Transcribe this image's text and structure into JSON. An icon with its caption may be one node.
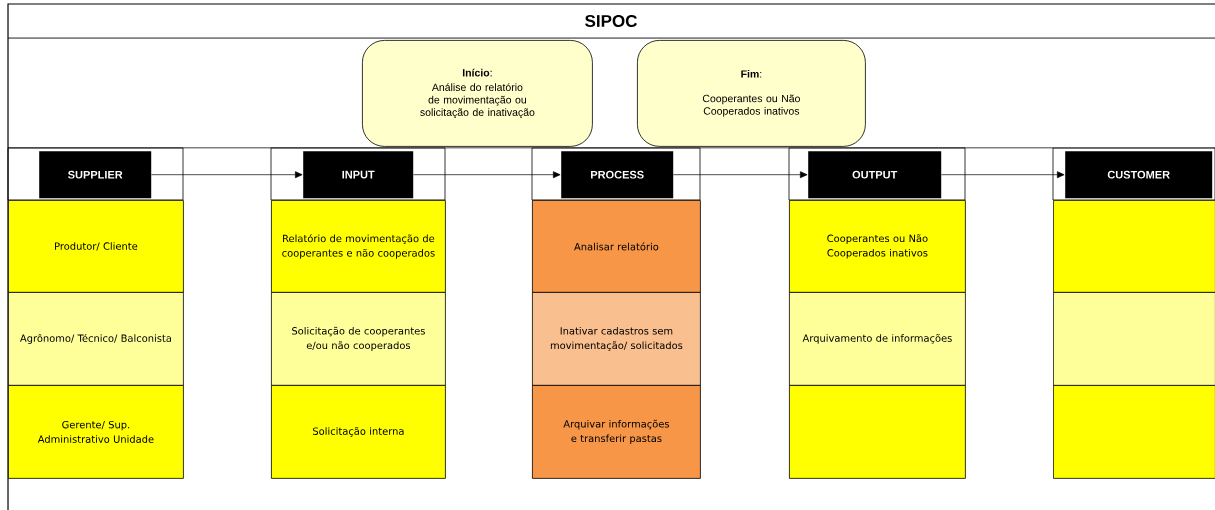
{
  "diagram": {
    "title": "SIPOC",
    "nodes": [
      {
        "text": [
          "**Início**:",
          "Análise do relatório de movimentação ou solicitação de inativação"
        ]
      },
      {
        "text": [
          "**Fim**:",
          "Cooperantes ou Não Cooperados inativos"
        ]
      },
      {
        "text": [
          "SUPPLIER"
        ]
      },
      {
        "text": [
          "INPUT"
        ]
      },
      {
        "text": [
          "PROCESS"
        ]
      },
      {
        "text": [
          "OUTPUT"
        ]
      },
      {
        "text": [
          "CUSTOMER"
        ]
      },
      {
        "text": [
          "Produtor/ Cliente"
        ]
      },
      {
        "text": [
          "Agrônomo/ Técnico/ Balconista"
        ]
      },
      {
        "text": [
          "Gerente/ Sup. Administrativo Unidade"
        ]
      },
      {
        "text": [
          "Relatório de movimentação de cooperantes e não cooperados"
        ]
      },
      {
        "text": [
          "Solicitação de cooperantes e/ou não cooperados"
        ]
      },
      {
        "text": [
          "Solicitação interna"
        ]
      },
      {
        "text": [
          "Analisar relatório"
        ]
      },
      {
        "text": [
          "Inativar cadastros sem movimentação/ solicitados"
        ]
      },
      {
        "text": [
          "Arquivar informações e transferir pastas"
        ]
      },
      {
        "text": [
          "Cooperantes ou Não Cooperados inativos"
        ]
      },
      {
        "text": [
          "Arquivamento de informações"
        ]
      },
      {
        "text": [],
        "shape": "box"
      },
      {
        "text": [],
        "shape": "box"
      },
      {
        "text": [],
        "shape": "box"
      },
      {
        "text": [],
        "shape": "box"
      }
    ],
    "edges": [
      {
        "from": 2,
        "to": 3,
        "arrow": "to"
      },
      {
        "from": 3,
        "to": 4,
        "arrow": "to"
      },
      {
        "from": 4,
        "to": 5,
        "arrow": "to"
      },
      {
        "from": 5,
        "to": 6,
        "arrow": "to"
      }
    ]
  }
}
